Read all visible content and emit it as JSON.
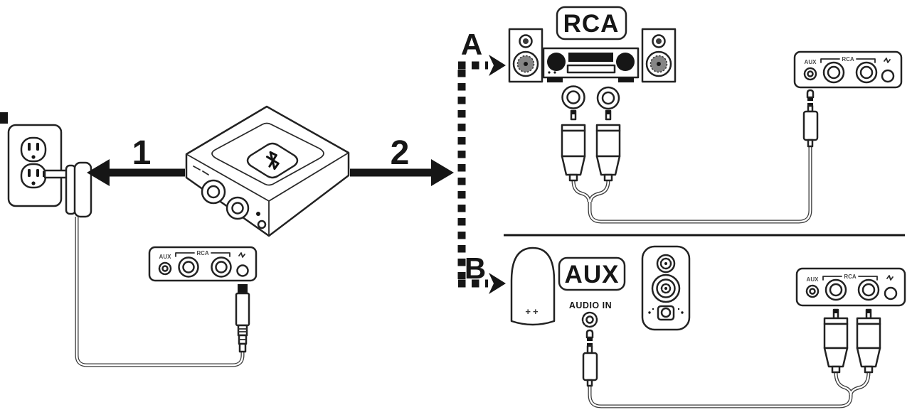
{
  "colors": {
    "line": "#222222",
    "ink": "#161616",
    "plug_gray": "#9b9b9b",
    "speaker_gray": "#adadad",
    "background": "#ffffff"
  },
  "arrows": {
    "power_step": "1",
    "audio_step": "2"
  },
  "options": {
    "a_label": "A",
    "b_label": "B"
  },
  "badges": {
    "rca": "RCA",
    "aux": "AUX"
  },
  "speaker_b": {
    "audio_in_label": "AUDIO IN",
    "volume_buttons_label": "++"
  },
  "rear_panel": {
    "aux_port_label": "AUX",
    "rca_ports_label": "RCA"
  },
  "icons": {
    "bluetooth_button": "bluetooth-icon",
    "power_port_mark": "power-label-icon",
    "wall_outlet": "outlet-icon",
    "dc_power_plug": "barrel-plug-icon",
    "rca_plug": "rca-plug-icon",
    "aux_plug": "minijack-plug-icon"
  }
}
